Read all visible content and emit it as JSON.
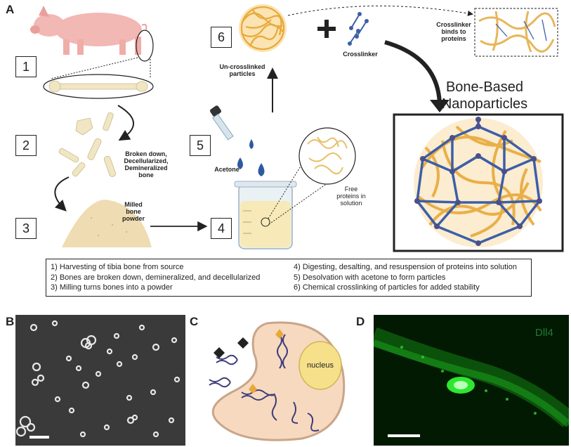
{
  "panels": {
    "a": "A",
    "b": "B",
    "c": "C",
    "d": "D"
  },
  "steps": [
    "1",
    "2",
    "3",
    "4",
    "5",
    "6"
  ],
  "labels": {
    "broken_down": "Broken down,\nDecellularized,\nDemineralized\nbone",
    "milled": "Milled\nbone\npowder",
    "acetone": "Acetone",
    "free_proteins": "Free\nproteins in\nsolution",
    "uncrosslinked": "Un-crosslinked\nparticles",
    "crosslinker": "Crosslinker",
    "crosslinker_binds": "Crosslinker\nbinds to\nproteins",
    "bone_title": "Bone-Based\nNanoparticles",
    "nucleus": "nucleus",
    "dll4": "Dll4"
  },
  "legend": {
    "left": [
      "1) Harvesting of tibia bone from source",
      "2) Bones are broken down, demineralized, and decellularized",
      "3) Milling turns bones into a powder"
    ],
    "right": [
      "4) Digesting, desalting, and resuspension of proteins into solution",
      "5) Desolvation with acetone to form particles",
      "6) Chemical crosslinking of particles for added stability"
    ]
  },
  "colors": {
    "pig": "#f2b8b4",
    "bone": "#f1e6c4",
    "protein": "#e8a93a",
    "crosslinker": "#3b5fa8",
    "acetone": "#2e5aa0",
    "cell": "#f7d9bf",
    "nucleus": "#f6e08a",
    "fluorescence": "#3cff3c"
  }
}
